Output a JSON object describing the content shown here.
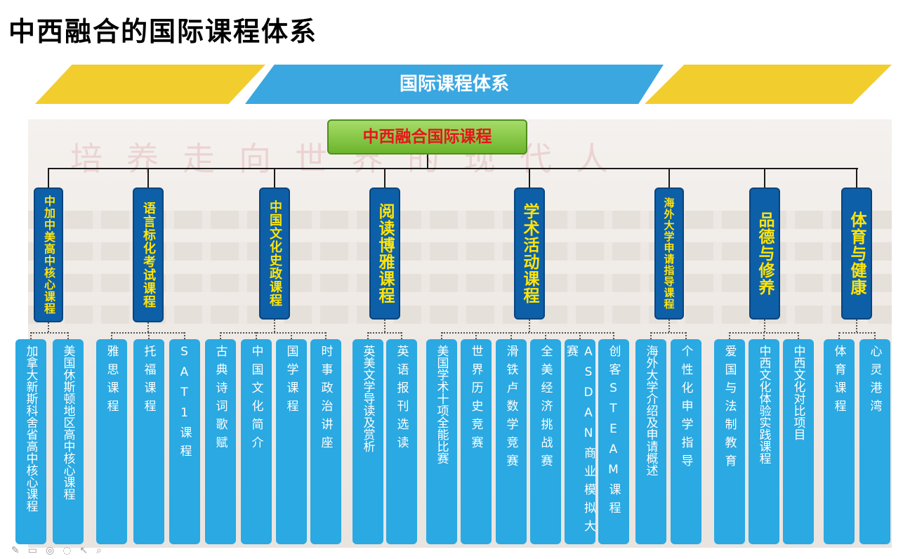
{
  "title": "中西融合的国际课程体系",
  "banner": {
    "title": "国际课程体系"
  },
  "watermark": "培养走向世界的现代人",
  "root": {
    "label": "中西融合国际课程"
  },
  "categories": [
    {
      "label": "中加中美高中核心课程",
      "children": [
        "加拿大新斯科舍省高中核心课程",
        "美国休斯顿地区高中核心课程"
      ]
    },
    {
      "label": "语言标化考试课程",
      "children": [
        "雅思课程",
        "托福课程",
        "SAT1课程"
      ]
    },
    {
      "label": "中国文化史政课程",
      "children": [
        "古典诗词歌赋",
        "中国文化简介",
        "国学课程",
        "时事政治讲座"
      ]
    },
    {
      "label": "阅读博雅课程",
      "children": [
        "英美文学导读及赏析",
        "英语报刊选读"
      ]
    },
    {
      "label": "学术活动课程",
      "children": [
        "美国学术十项全能比赛",
        "世界历史竞赛",
        "滑铁卢数学竞赛",
        "全美经济挑战赛",
        "ASDAN商业模拟大赛",
        "创客STEAM课程"
      ]
    },
    {
      "label": "海外大学申请指导课程",
      "children": [
        "海外大学介绍及申请概述",
        "个性化申学指导"
      ]
    },
    {
      "label": "品德与修养",
      "children": [
        "爱国与法制教育",
        "中西文化体验实践课程",
        "中西文化对比项目"
      ]
    },
    {
      "label": "体育与健康",
      "children": [
        "体育课程",
        "心灵港湾"
      ]
    }
  ],
  "toolbar": {
    "icons": [
      "pen-icon",
      "screen-icon",
      "eraser-icon",
      "highlighter-icon",
      "pointer-icon",
      "search-icon"
    ]
  },
  "colors": {
    "banner_blue": "#3aa7e0",
    "banner_yellow": "#f2cd2e",
    "root_green": "#7cc13a",
    "root_text": "#e8141c",
    "category_blue": "#0d5fa8",
    "category_text": "#ffe40a",
    "leaf_blue": "#2aa9e2"
  }
}
